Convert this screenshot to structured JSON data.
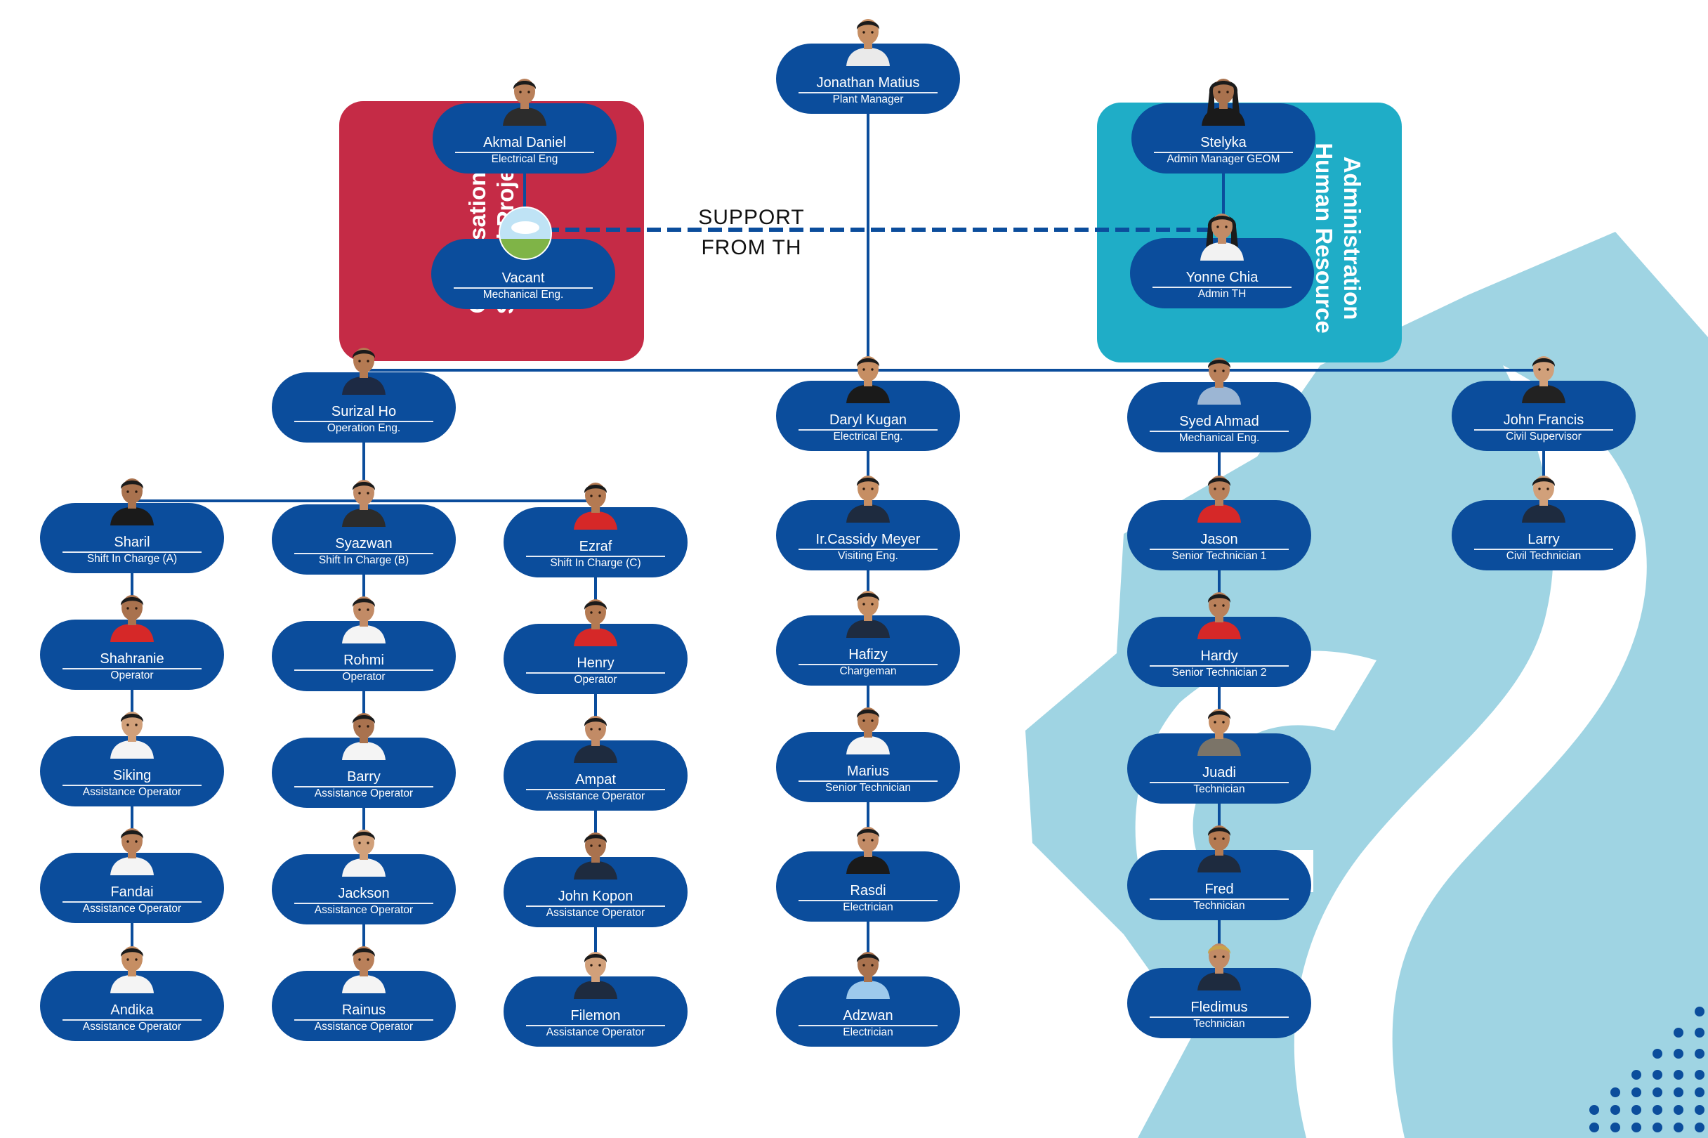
{
  "support_label": [
    "SUPPORT",
    "FROM TH"
  ],
  "side_groups": {
    "left_title": [
      "Optimisation &",
      "Special Project"
    ],
    "right_title": [
      "Administration",
      "Human Resource"
    ]
  },
  "colors": {
    "node": "#0b4d9c",
    "connector": "#0b4d9c",
    "panel_left": "#c52b46",
    "panel_right": "#1fadc7",
    "background_graphic": "#9fd4e3"
  },
  "people": [
    {
      "id": "jonathan",
      "name": "Jonathan Matius",
      "role": "Plant Manager",
      "shirt": "#eaeaea"
    },
    {
      "id": "akmal",
      "name": "Akmal Daniel",
      "role": "Electrical Eng",
      "shirt": "#2c2c2c"
    },
    {
      "id": "vacant",
      "name": "Vacant",
      "role": "Mechanical Eng.",
      "avatar": "placeholder-icon"
    },
    {
      "id": "stelyka",
      "name": "Stelyka",
      "role": "Admin  Manager GEOM",
      "shirt": "#1a1a1a",
      "hair": "long"
    },
    {
      "id": "yonne",
      "name": "Yonne Chia",
      "role": "Admin TH",
      "shirt": "#f2f2f2",
      "hair": "long"
    },
    {
      "id": "surizal",
      "name": "Surizal Ho",
      "role": "Operation Eng.",
      "shirt": "#1d2a44"
    },
    {
      "id": "daryl",
      "name": "Daryl Kugan",
      "role": "Electrical Eng.",
      "shirt": "#1a1a1a"
    },
    {
      "id": "syed",
      "name": "Syed Ahmad",
      "role": "Mechanical Eng.",
      "shirt": "#9cb6d4"
    },
    {
      "id": "john_francis",
      "name": "John Francis",
      "role": "Civil Supervisor",
      "shirt": "#222222"
    },
    {
      "id": "sharil",
      "name": "Sharil",
      "role": "Shift In Charge (A)",
      "shirt": "#1a1a1a"
    },
    {
      "id": "syazwan",
      "name": "Syazwan",
      "role": "Shift In Charge (B)",
      "shirt": "#2b2b2b"
    },
    {
      "id": "ezraf",
      "name": "Ezraf",
      "role": "Shift In Charge (C)",
      "shirt": "#d62828"
    },
    {
      "id": "cassidy",
      "name": "Ir.Cassidy Meyer",
      "role": "Visiting Eng.",
      "shirt": "#1e2b3f"
    },
    {
      "id": "jason",
      "name": "Jason",
      "role": "Senior Technician 1",
      "shirt": "#d62828"
    },
    {
      "id": "larry",
      "name": "Larry",
      "role": "Civil Technician",
      "shirt": "#1e2b3f"
    },
    {
      "id": "shahranie",
      "name": "Shahranie",
      "role": "Operator",
      "shirt": "#d62828"
    },
    {
      "id": "rohmi",
      "name": "Rohmi",
      "role": "Operator",
      "shirt": "#f4f4f4"
    },
    {
      "id": "henry",
      "name": "Henry",
      "role": "Operator",
      "shirt": "#d62828"
    },
    {
      "id": "hafizy",
      "name": "Hafizy",
      "role": "Chargeman",
      "shirt": "#1e2b3f"
    },
    {
      "id": "hardy",
      "name": "Hardy",
      "role": "Senior Technician 2",
      "shirt": "#d62828"
    },
    {
      "id": "siking",
      "name": "Siking",
      "role": "Assistance Operator",
      "shirt": "#f4f4f4"
    },
    {
      "id": "barry",
      "name": "Barry",
      "role": "Assistance Operator",
      "shirt": "#f4f4f4"
    },
    {
      "id": "ampat",
      "name": "Ampat",
      "role": "Assistance Operator",
      "shirt": "#1e2b3f"
    },
    {
      "id": "marius",
      "name": "Marius",
      "role": "Senior Technician",
      "shirt": "#f4f4f4"
    },
    {
      "id": "juadi",
      "name": "Juadi",
      "role": "Technician",
      "shirt": "#7b7468"
    },
    {
      "id": "fandai",
      "name": "Fandai",
      "role": "Assistance Operator",
      "shirt": "#f4f4f4"
    },
    {
      "id": "jackson",
      "name": "Jackson",
      "role": "Assistance Operator",
      "shirt": "#f4f4f4"
    },
    {
      "id": "john_kopon",
      "name": "John Kopon",
      "role": "Assistance Operator",
      "shirt": "#1e2b3f"
    },
    {
      "id": "rasdi",
      "name": "Rasdi",
      "role": "Electrician",
      "shirt": "#1a1a1a"
    },
    {
      "id": "fred",
      "name": "Fred",
      "role": "Technician",
      "shirt": "#1e2b3f"
    },
    {
      "id": "andika",
      "name": "Andika",
      "role": "Assistance Operator",
      "shirt": "#f4f4f4"
    },
    {
      "id": "rainus",
      "name": "Rainus",
      "role": "Assistance Operator",
      "shirt": "#f4f4f4"
    },
    {
      "id": "filemon",
      "name": "Filemon",
      "role": "Assistance Operator",
      "shirt": "#1e2b3f"
    },
    {
      "id": "adzwan",
      "name": "Adzwan",
      "role": "Electrician",
      "shirt": "#9dc9ec"
    },
    {
      "id": "fledimus",
      "name": "Fledimus",
      "role": "Technician",
      "shirt": "#1e2b3f",
      "hair": "blonde"
    }
  ]
}
